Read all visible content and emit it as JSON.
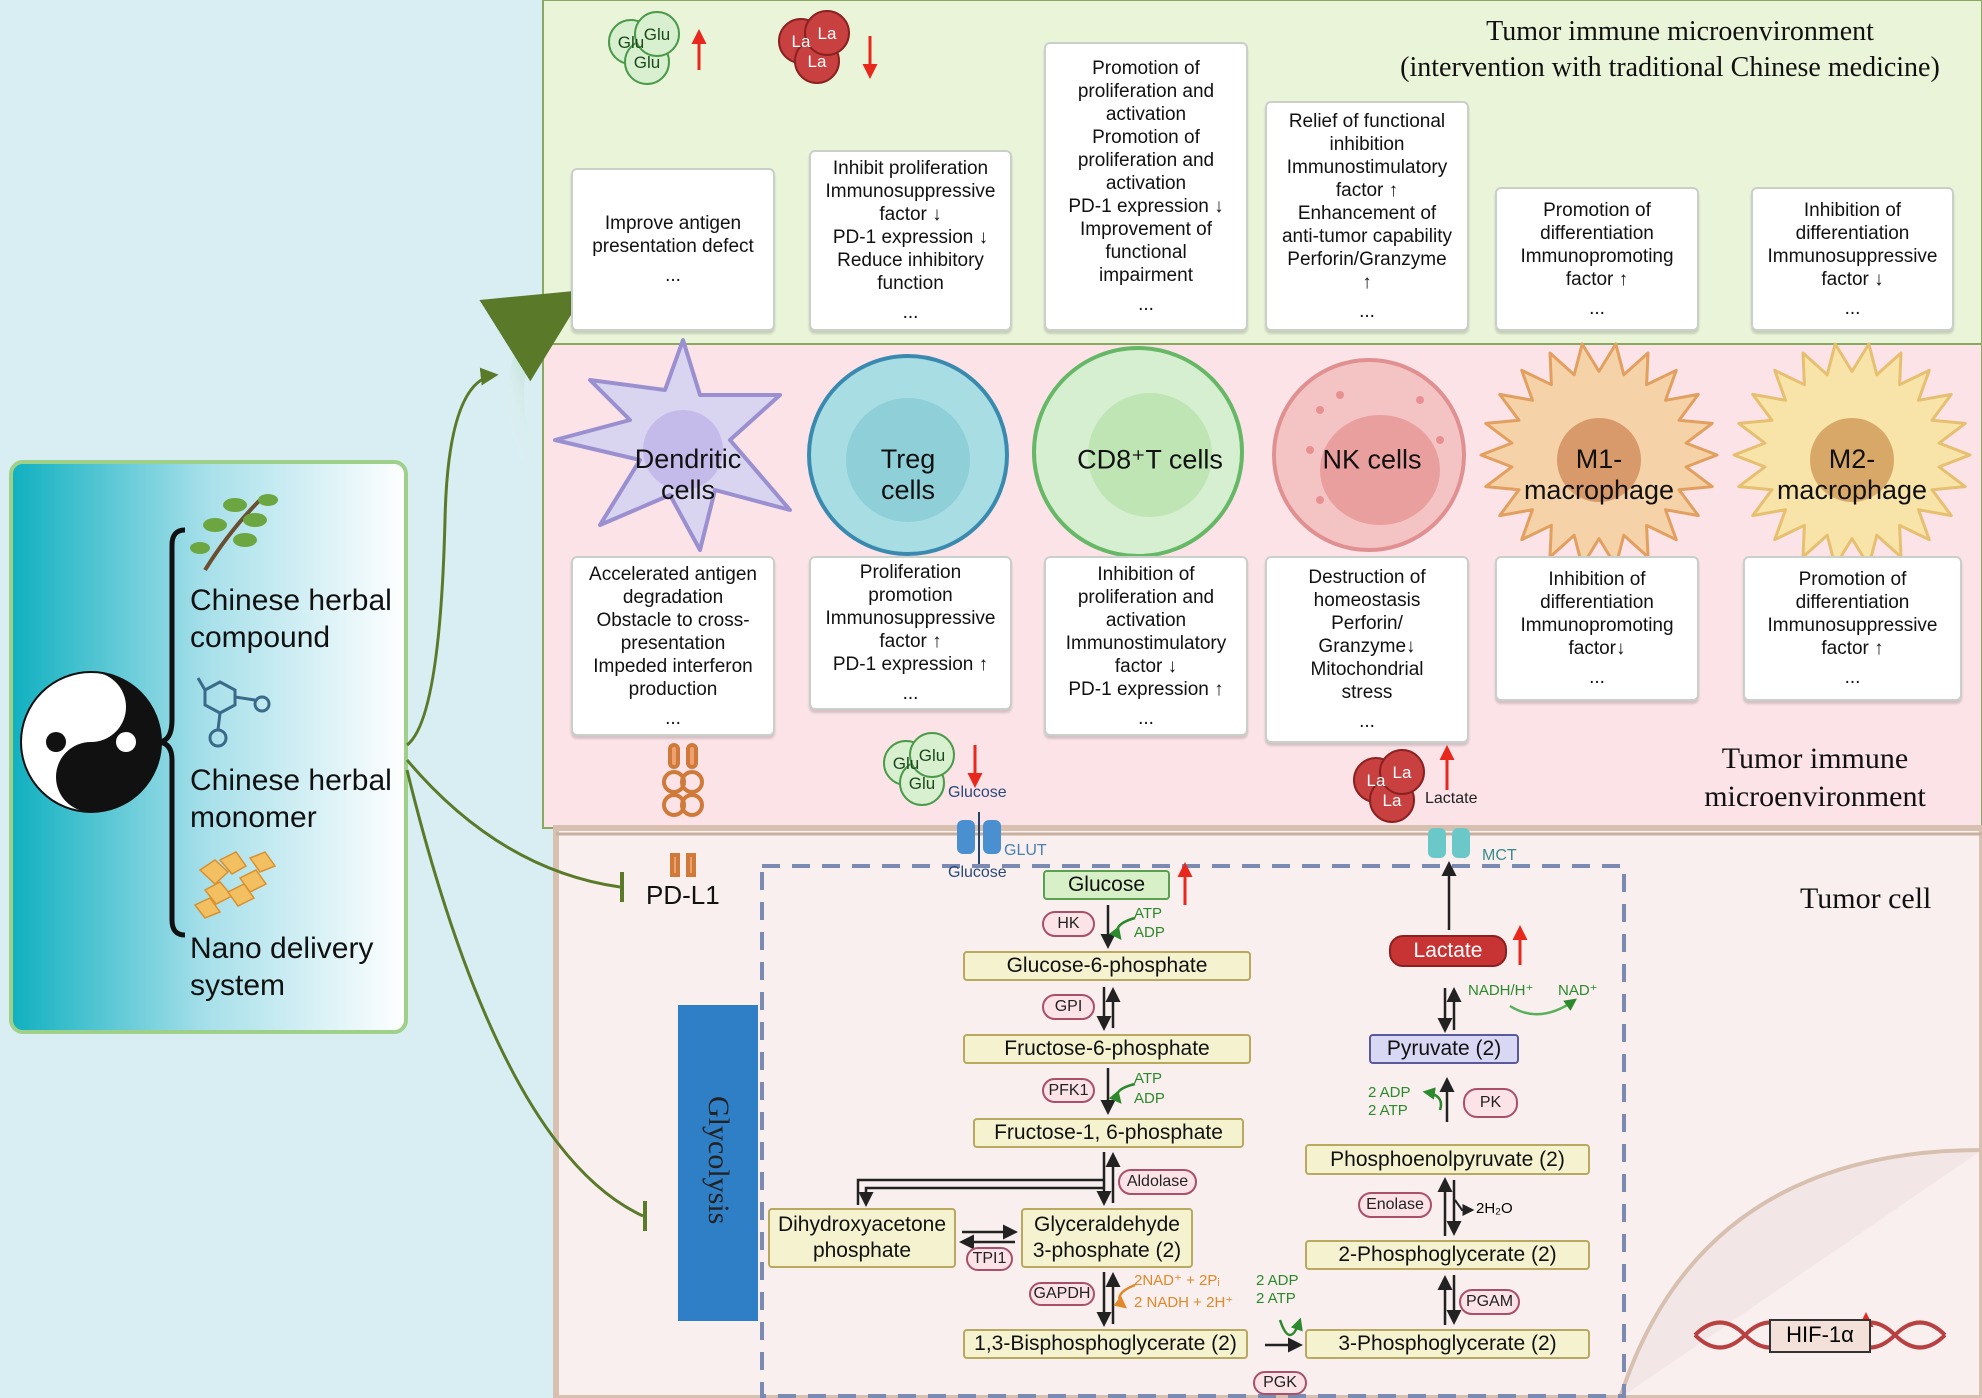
{
  "regions": {
    "top_title_1": "Tumor immune microenvironment",
    "top_title_2": "(intervention with traditional Chinese medicine)",
    "pink_title": "Tumor immune microenvironment",
    "tumor_title": "Tumor cell"
  },
  "left_panel": {
    "items": [
      "Chinese herbal compound",
      "Chinese herbal monomer",
      "Nano delivery system"
    ]
  },
  "molecules": {
    "glu": "Glu",
    "la": "La",
    "glucose": "Glucose",
    "lactate": "Lactate",
    "glut": "GLUT",
    "mct": "MCT",
    "pdl1": "PD-L1",
    "hif": "HIF-1α"
  },
  "cells": [
    {
      "name": "Dendritic cells",
      "l1": "Dendritic",
      "l2": "cells"
    },
    {
      "name": "Treg cells",
      "l1": "Treg",
      "l2": "cells"
    },
    {
      "name": "CD8+T cells",
      "l1": "CD8⁺T cells",
      "l2": ""
    },
    {
      "name": "NK cells",
      "l1": "NK cells",
      "l2": ""
    },
    {
      "name": "M1-macrophage",
      "l1": "M1-",
      "l2": "macrophage"
    },
    {
      "name": "M2-macrophage",
      "l1": "M2-",
      "l2": "macrophage"
    }
  ],
  "top_boxes": [
    {
      "lines": [
        "Improve antigen",
        "presentation defect"
      ],
      "dots": "..."
    },
    {
      "lines": [
        "Inhibit proliferation",
        "Immunosuppressive",
        "factor ↓",
        "PD-1 expression ↓",
        "Reduce inhibitory",
        "function"
      ],
      "dots": "..."
    },
    {
      "lines": [
        "Promotion of",
        "proliferation and",
        "activation",
        "Promotion of",
        "proliferation and",
        "activation",
        "PD-1 expression ↓",
        "Improvement of",
        "functional",
        "impairment"
      ],
      "dots": "..."
    },
    {
      "lines": [
        "Relief of functional",
        "inhibition",
        "Immunostimulatory",
        "factor ↑",
        "Enhancement of",
        "anti-tumor capability",
        "Perforin/Granzyme",
        "↑"
      ],
      "dots": "..."
    },
    {
      "lines": [
        "Promotion of",
        "differentiation",
        "Immunopromoting",
        "factor ↑"
      ],
      "dots": "..."
    },
    {
      "lines": [
        "Inhibition of",
        "differentiation",
        "Immunosuppressive",
        "factor ↓"
      ],
      "dots": "..."
    }
  ],
  "bottom_boxes": [
    {
      "lines": [
        "Accelerated antigen",
        "degradation",
        "Obstacle to cross-",
        "presentation",
        "Impeded interferon",
        "production"
      ],
      "dots": "..."
    },
    {
      "lines": [
        "Proliferation",
        "promotion",
        "Immunosuppressive",
        "factor ↑",
        "PD-1 expression ↑"
      ],
      "dots": "..."
    },
    {
      "lines": [
        "Inhibition of",
        "proliferation and",
        "activation",
        "Immunostimulatory",
        "factor ↓",
        "PD-1 expression ↑"
      ],
      "dots": "..."
    },
    {
      "lines": [
        "Destruction of",
        "homeostasis",
        "Perforin/",
        "Granzyme↓",
        "Mitochondrial",
        "stress"
      ],
      "dots": "..."
    },
    {
      "lines": [
        "Inhibition of",
        "differentiation",
        "Immunopromoting",
        "factor↓"
      ],
      "dots": "..."
    },
    {
      "lines": [
        "Promotion of",
        "differentiation",
        "Immunosuppressive",
        "factor ↑"
      ],
      "dots": "..."
    }
  ],
  "glycolysis": {
    "label": "Glycolysis",
    "metabolites": {
      "glucose": "Glucose",
      "g6p": "Glucose-6-phosphate",
      "f6p": "Fructose-6-phosphate",
      "f16bp": "Fructose-1, 6-phosphate",
      "dhap_1": "Dihydroxyacetone",
      "dhap_2": "phosphate",
      "gap_1": "Glyceraldehyde",
      "gap_2": "3-phosphate (2)",
      "bpg": "1,3-Bisphosphoglycerate (2)",
      "pg3": "3-Phosphoglycerate (2)",
      "pg2": "2-Phosphoglycerate (2)",
      "pep": "Phosphoenolpyruvate (2)",
      "pyruvate": "Pyruvate (2)",
      "lactate": "Lactate"
    },
    "enzymes": {
      "hk": "HK",
      "gpi": "GPI",
      "pfk1": "PFK1",
      "aldolase": "Aldolase",
      "tpi1": "TPI1",
      "gapdh": "GAPDH",
      "pgk": "PGK",
      "pgam": "PGAM",
      "enolase": "Enolase",
      "pk": "PK"
    },
    "cofactors": {
      "atp": "ATP",
      "adp": "ADP",
      "nad_in": "2NAD⁺ + 2Pᵢ",
      "nadh_out": "2 NADH + 2H⁺",
      "adp2": "2 ADP",
      "atp2": "2 ATP",
      "h2o": "2H₂O",
      "nadh_h": "NADH/H⁺",
      "nad": "NAD⁺"
    }
  },
  "colors": {
    "top_bg": "#eaf4d8",
    "pink_bg": "#fbe3e8",
    "tumor_bg": "#f8efee",
    "left_bg": "#d8eef3",
    "glycolysis_bar": "#2f7fc6",
    "lactate": "#c83434",
    "up_arrow": "#e8281c"
  }
}
